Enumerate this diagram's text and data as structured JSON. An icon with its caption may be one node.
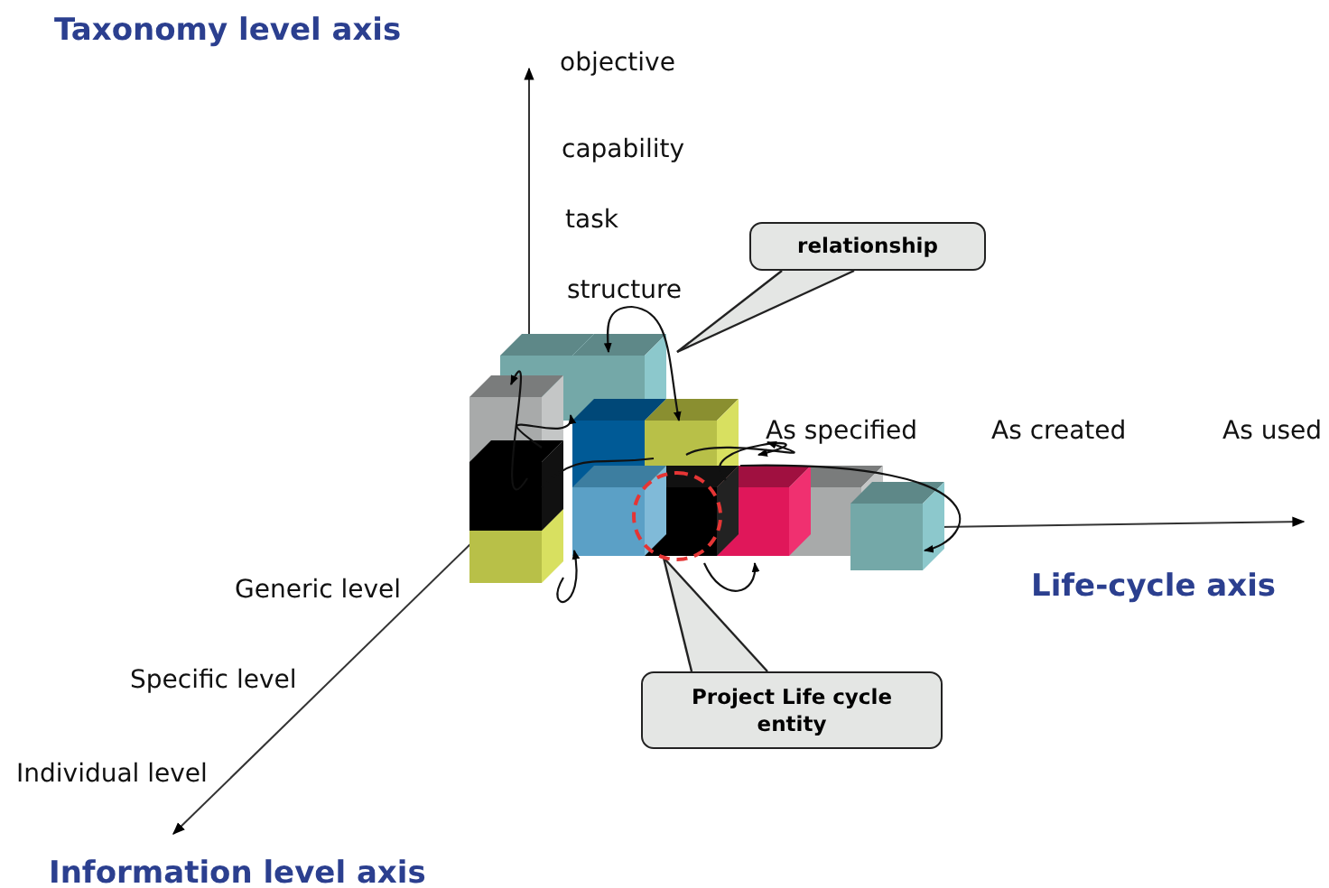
{
  "diagram": {
    "nodes": [
      {
        "text": [
          "relationship"
        ]
      },
      {
        "text": [
          "Project Life cycle entity"
        ]
      },
      {
        "text": [],
        "shape": "circle"
      }
    ],
    "edges": [
      {
        "from": 0,
        "to": null,
        "arrow": "none"
      },
      {
        "from": 1,
        "to": 2,
        "arrow": "none"
      }
    ],
    "labels": [
      "Taxonomy level axis",
      "objective",
      "capability",
      "task",
      "structure",
      "As specified",
      "As created",
      "As used",
      "Life-cycle axis",
      "Generic level",
      "Specific level",
      "Individual level",
      "Information level axis"
    ]
  }
}
